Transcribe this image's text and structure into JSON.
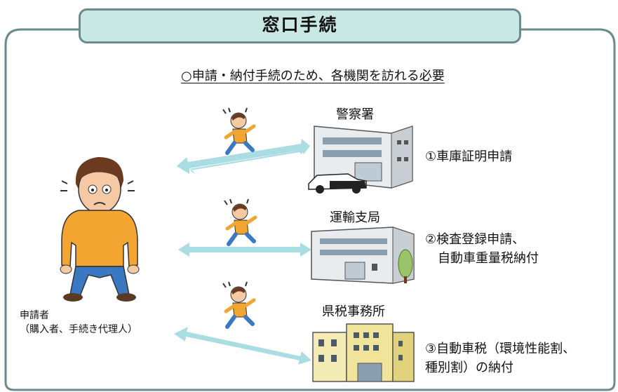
{
  "title": "窓口手続",
  "subtitle": "○申請・納付手続のため、各機関を訪れる必要",
  "applicant": {
    "label": "申請者",
    "sublabel": "（購入者、手続き代理人）"
  },
  "offices": [
    {
      "name": "警察署",
      "procedure_lines": [
        "①車庫証明申請"
      ]
    },
    {
      "name": "運輸支局",
      "procedure_lines": [
        "②検査登録申請、",
        "　自動車重量税納付"
      ]
    },
    {
      "name": "県税事務所",
      "procedure_lines": [
        "③自動車税（環境性能割、",
        "種別割）の納付"
      ]
    }
  ],
  "colors": {
    "frame": "#6a8a8c",
    "banner_fill": "#c9e8e4",
    "arrow": "#a9dde3",
    "person_shirt": "#f2a531",
    "person_pants": "#3a78c2"
  },
  "icons": [
    "worried-person-icon",
    "running-person-icon",
    "police-station-icon",
    "transport-bureau-icon",
    "tax-office-icon",
    "police-car-icon"
  ]
}
